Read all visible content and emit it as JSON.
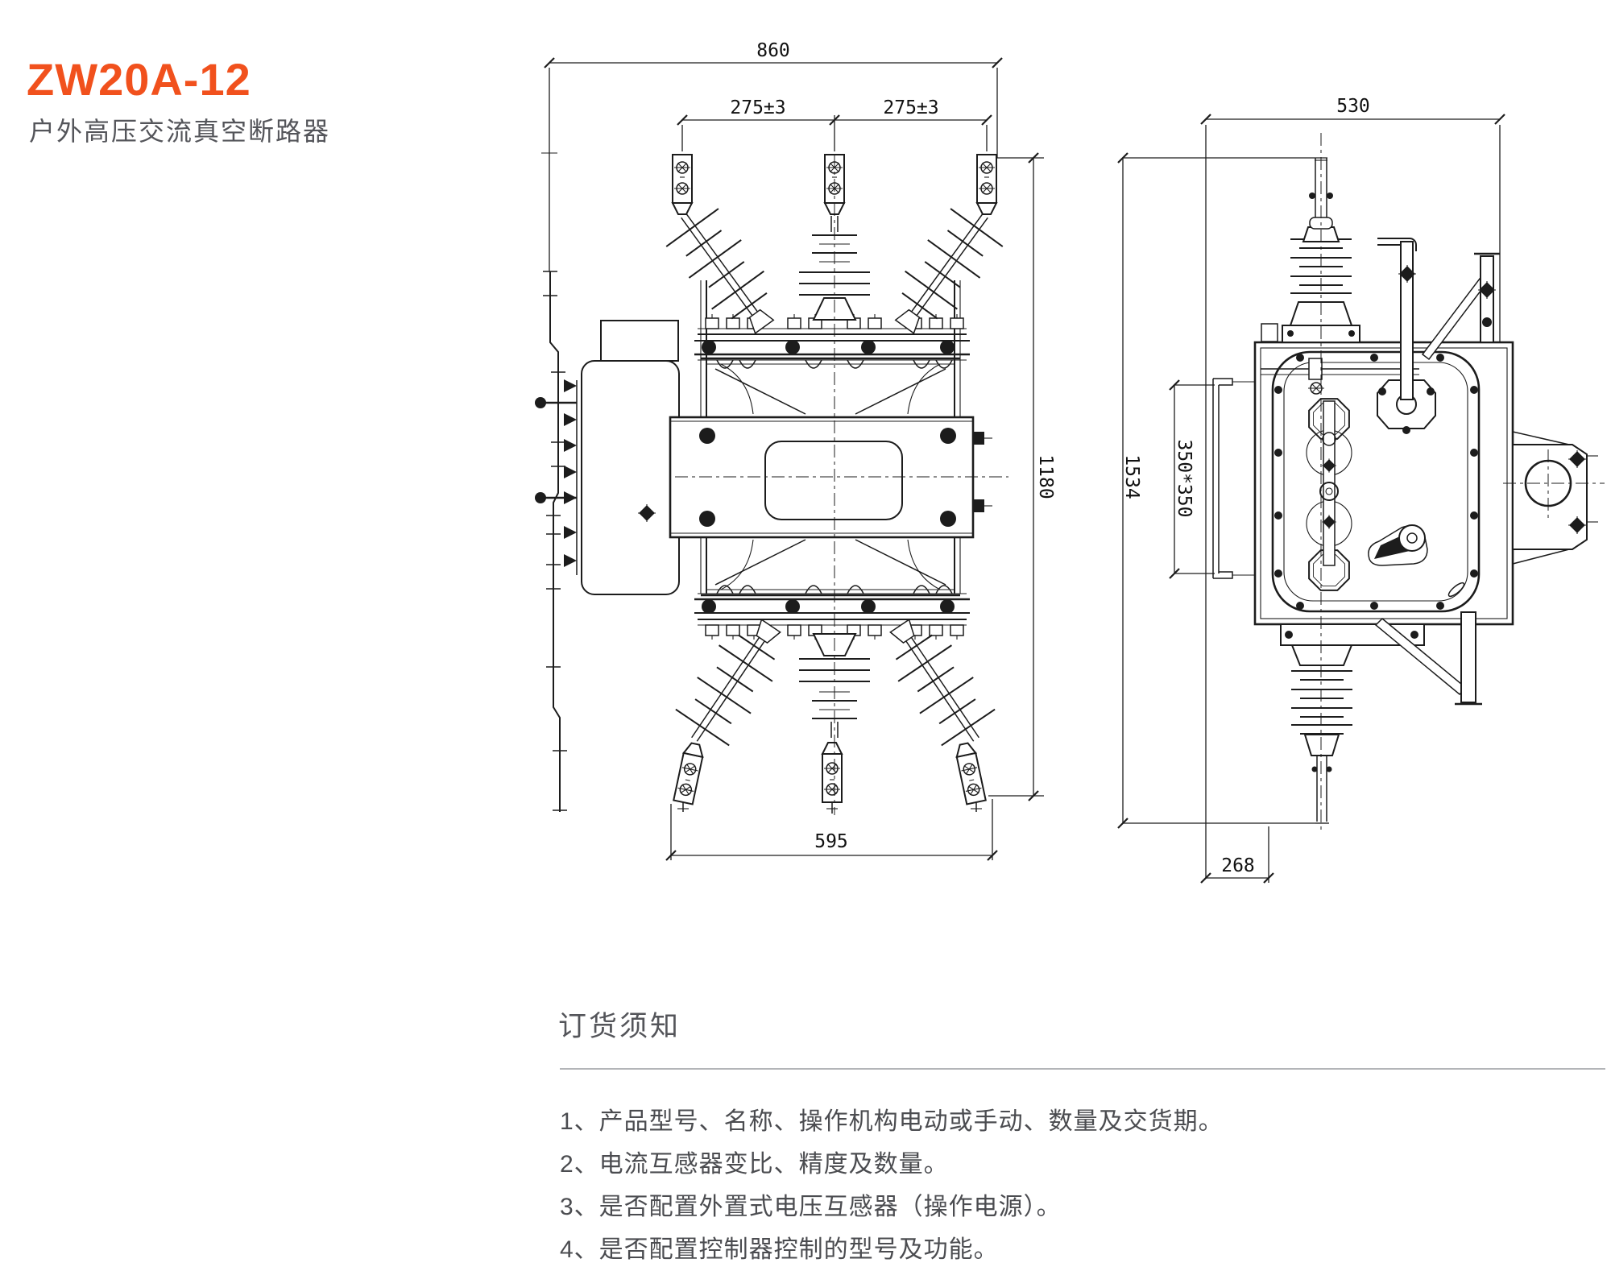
{
  "header": {
    "model": "ZW20A-12",
    "subtitle": "户外高压交流真空断路器"
  },
  "drawings": {
    "front_view": {
      "dims": {
        "total_width": "860",
        "phase_spacing_left": "275±3",
        "phase_spacing_right": "275±3",
        "overall_height": "1180",
        "base_width": "595"
      }
    },
    "side_view": {
      "dims": {
        "top_width": "530",
        "overall_height": "1534",
        "mounting_spacing": "350*350",
        "bottom_offset": "268"
      }
    }
  },
  "ordering": {
    "heading": "订货须知",
    "items": [
      "1、产品型号、名称、操作机构电动或手动、数量及交货期。",
      "2、电流互感器变比、精度及数量。",
      "3、是否配置外置式电压互感器（操作电源）。",
      "4、是否配置控制器控制的型号及功能。"
    ]
  },
  "colors": {
    "accent": "#F1511D",
    "heading_text": "#54555A",
    "body_text": "#4B4C50",
    "line": "#1c1c1c",
    "divider": "#b3b5b8"
  }
}
